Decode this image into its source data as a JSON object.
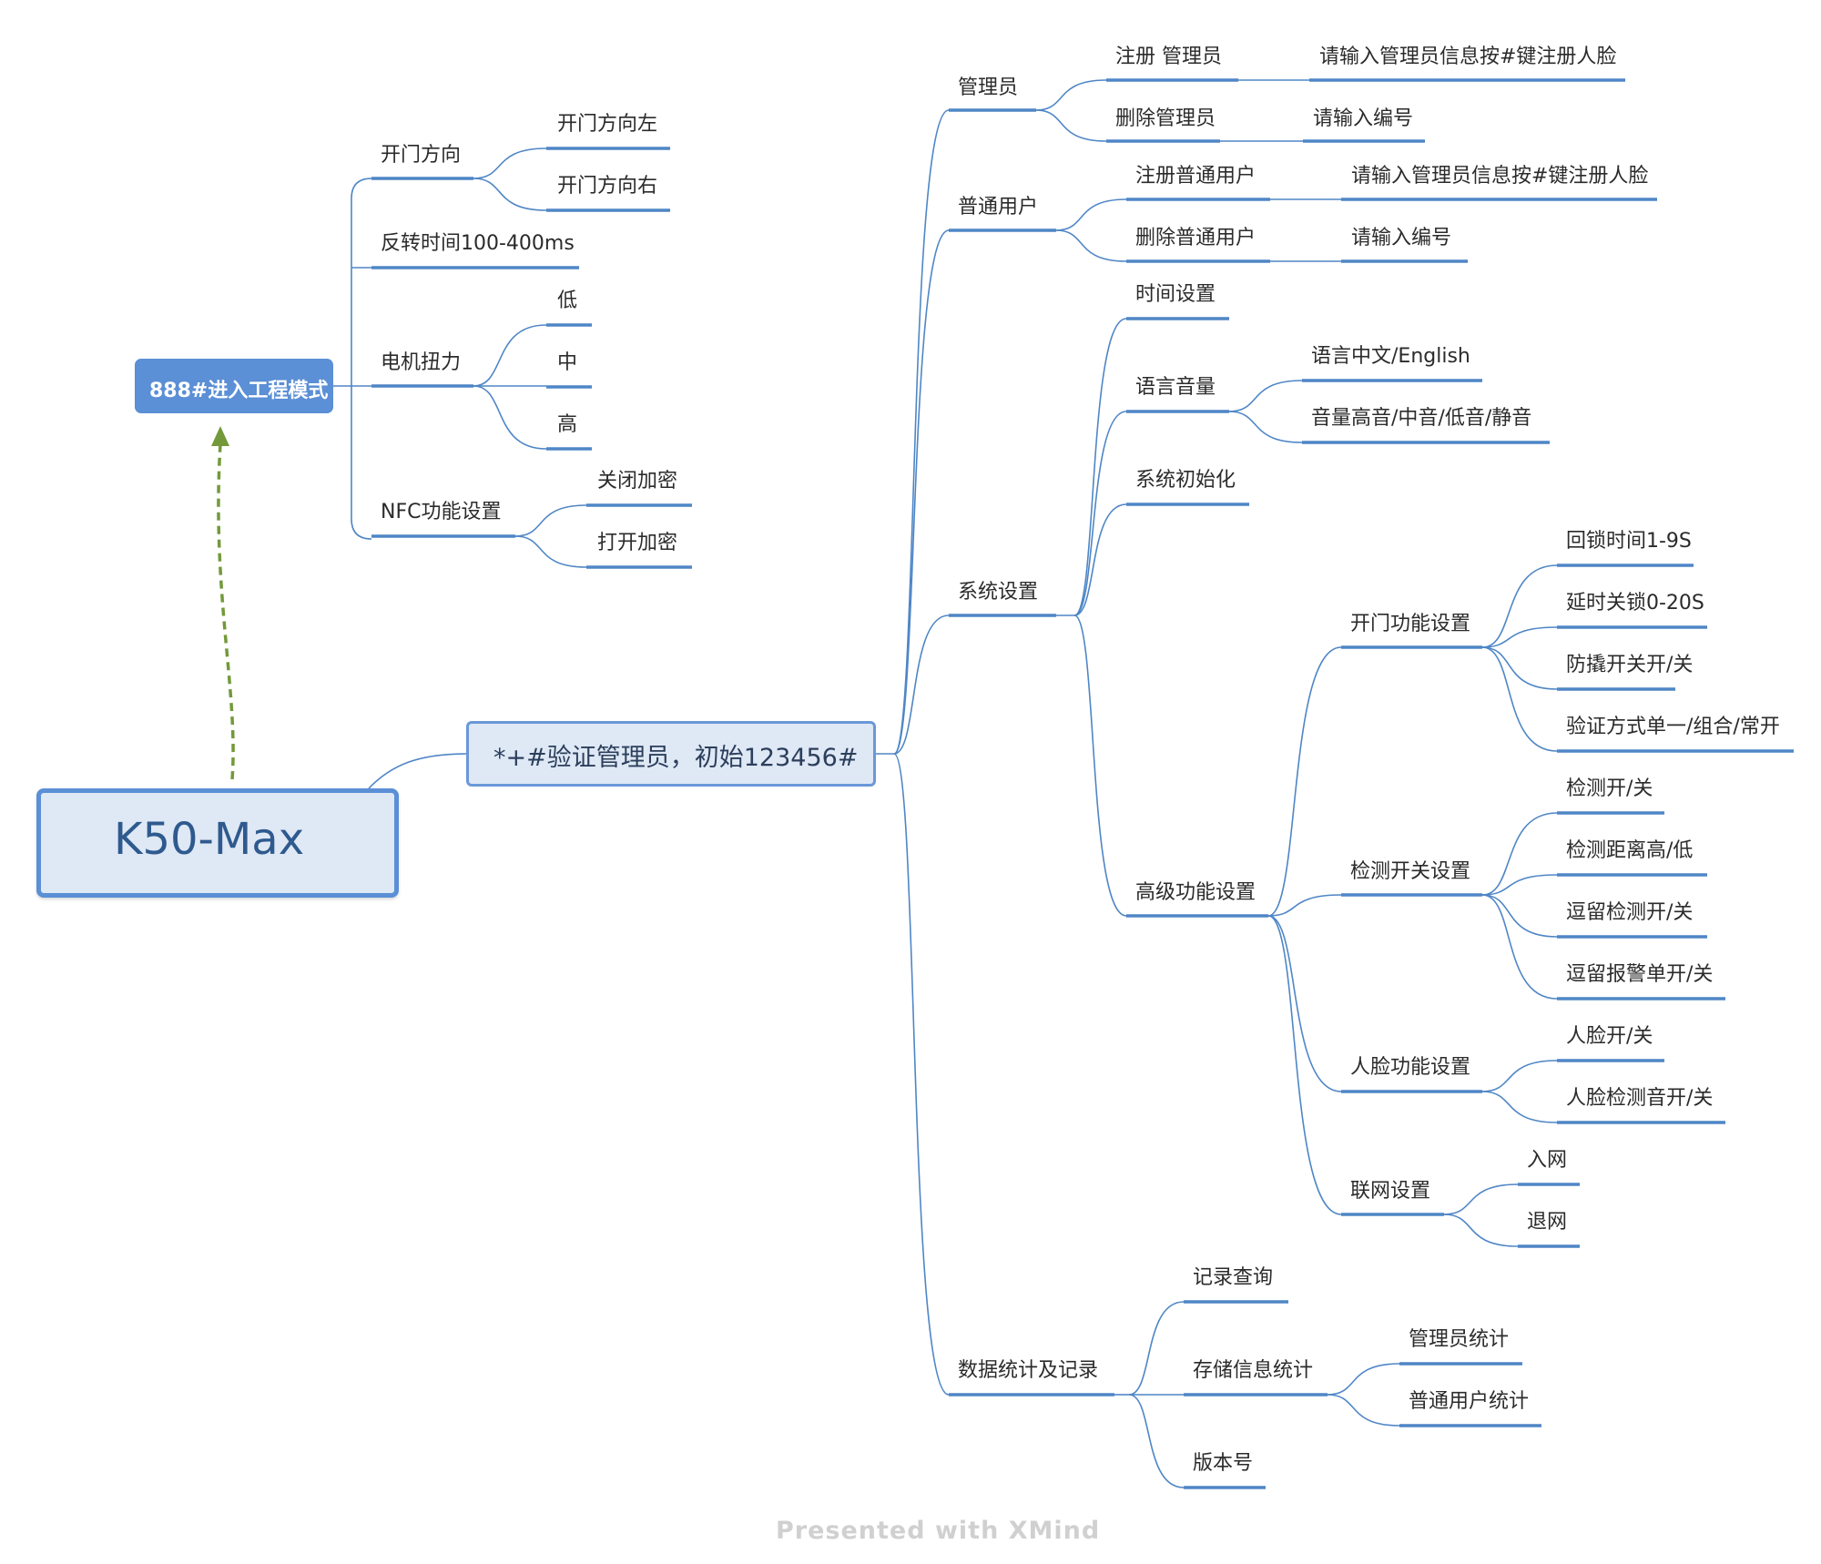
{
  "colors": {
    "line": "#4f86c6",
    "root_border": "#5b8fd6",
    "root_fill": "#dfe8f5",
    "eng_fill": "#5b8fd6",
    "arrow": "#73993a",
    "text": "#2b2b2b",
    "footer": "#d0d0d0"
  },
  "root": {
    "label": "K50-Max"
  },
  "engineering": {
    "label": "888#进入工程模式"
  },
  "verify": {
    "label": "*+#验证管理员，初始123456#"
  },
  "eng_items": {
    "door_dir": {
      "label": "开门方向",
      "left": "开门方向左",
      "right": "开门方向右"
    },
    "reverse_time": {
      "label": "反转时间100-400ms"
    },
    "motor": {
      "label": "电机扭力",
      "low": "低",
      "mid": "中",
      "high": "高"
    },
    "nfc": {
      "label": "NFC功能设置",
      "off": "关闭加密",
      "on": "打开加密"
    }
  },
  "admin": {
    "label": "管理员",
    "register": "注册 管理员",
    "register_hint": "请输入管理员信息按#键注册人脸",
    "delete": "删除管理员",
    "delete_hint": "请输入编号"
  },
  "user": {
    "label": "普通用户",
    "register": "注册普通用户",
    "register_hint": "请输入管理员信息按#键注册人脸",
    "delete": "删除普通用户",
    "delete_hint": "请输入编号"
  },
  "system": {
    "label": "系统设置",
    "time": "时间设置",
    "voice": {
      "label": "语言音量",
      "language": "语言中文/English",
      "volume": "音量高音/中音/低音/静音"
    },
    "init": "系统初始化",
    "advanced": {
      "label": "高级功能设置",
      "door": {
        "label": "开门功能设置",
        "relock": "回锁时间1-9S",
        "delay": "延时关锁0-20S",
        "tamper": "防撬开关开/关",
        "verify_mode": "验证方式单一/组合/常开"
      },
      "detect": {
        "label": "检测开关设置",
        "on_off": "检测开/关",
        "distance": "检测距离高/低",
        "stay": "逗留检测开/关",
        "alarm": "逗留报警单开/关"
      },
      "face": {
        "label": "人脸功能设置",
        "on_off": "人脸开/关",
        "sound": "人脸检测音开/关"
      },
      "network": {
        "label": "联网设置",
        "join": "入网",
        "exit": "退网"
      }
    }
  },
  "data": {
    "label": "数据统计及记录",
    "records": "记录查询",
    "storage": {
      "label": "存储信息统计",
      "admin": "管理员统计",
      "user": "普通用户统计"
    },
    "version": "版本号"
  },
  "footer": {
    "label": "Presented with XMind"
  }
}
